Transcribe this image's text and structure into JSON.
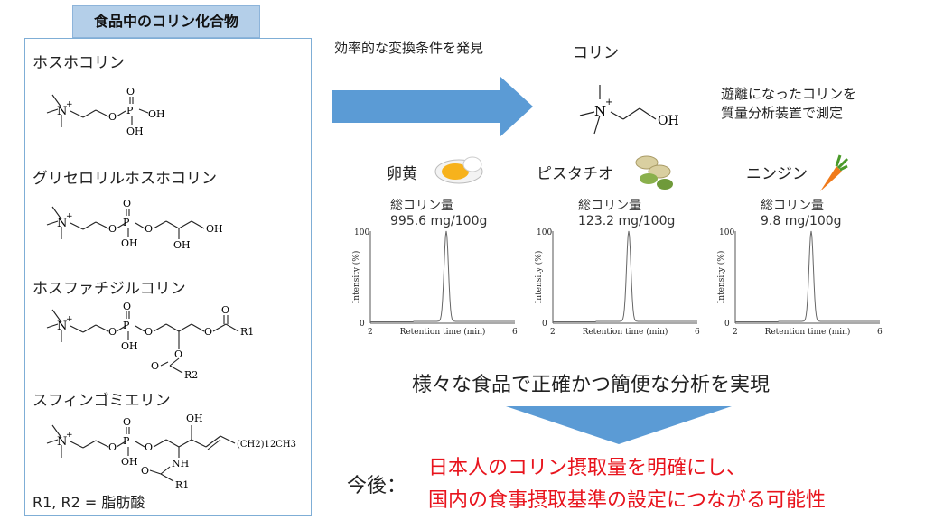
{
  "panel": {
    "title": "食品中のコリン化合物",
    "compounds": [
      {
        "name": "ホスホコリン"
      },
      {
        "name": "グリセロリルホスホコリン"
      },
      {
        "name": "ホスファチジルコリン"
      },
      {
        "name": "スフィンゴミエリン"
      }
    ],
    "footnote": "R1, R2 = 脂肪酸"
  },
  "chem_labels": {
    "N": "N",
    "plus": "+",
    "O": "O",
    "P": "P",
    "OH": "OH",
    "R1": "R1",
    "R2": "R2",
    "NH": "NH",
    "chain": "(CH2)12CH3"
  },
  "arrow_text": "効率的な変換条件を発見",
  "choline": {
    "title": "コリン",
    "note_line1": "遊離になったコリンを",
    "note_line2": "質量分析装置で測定"
  },
  "foods": [
    {
      "name": "卵黄",
      "icon": "egg-yolk-icon",
      "total_label": "総コリン量",
      "total_value": "995.6 mg/100g"
    },
    {
      "name": "ピスタチオ",
      "icon": "pistachio-icon",
      "total_label": "総コリン量",
      "total_value": "123.2 mg/100g"
    },
    {
      "name": "ニンジン",
      "icon": "carrot-icon",
      "total_label": "総コリン量",
      "total_value": "9.8 mg/100g"
    }
  ],
  "chart_data": [
    {
      "type": "line",
      "xlabel": "Retention time (min)",
      "ylabel": "Intensity (%)",
      "xlim": [
        2,
        6
      ],
      "ylim": [
        0,
        100
      ],
      "x_ticks": [
        "2",
        "6"
      ],
      "y_ticks": [
        "0",
        "100"
      ],
      "series": [
        {
          "peak_x": 4.1,
          "peak_y": 100
        }
      ]
    },
    {
      "type": "line",
      "xlabel": "Retention time (min)",
      "ylabel": "Intensity (%)",
      "xlim": [
        2,
        6
      ],
      "ylim": [
        0,
        100
      ],
      "x_ticks": [
        "2",
        "6"
      ],
      "y_ticks": [
        "0",
        "100"
      ],
      "series": [
        {
          "peak_x": 4.1,
          "peak_y": 100
        }
      ]
    },
    {
      "type": "line",
      "xlabel": "Retention time (min)",
      "ylabel": "Intensity (%)",
      "xlim": [
        2,
        6
      ],
      "ylim": [
        0,
        100
      ],
      "x_ticks": [
        "2",
        "6"
      ],
      "y_ticks": [
        "0",
        "100"
      ],
      "series": [
        {
          "peak_x": 4.1,
          "peak_y": 100
        }
      ]
    }
  ],
  "summary": "様々な食品で正確かつ簡便な分析を実現",
  "future": {
    "label": "今後：",
    "line1": "日本人のコリン摂取量を明確にし、",
    "line2": "国内の食事摂取基準の設定につながる可能性"
  },
  "colors": {
    "arrow": "#5b9bd5",
    "panel_border": "#7faed6",
    "title_bg": "#b4cfe9",
    "emphasis": "#e8141d"
  }
}
